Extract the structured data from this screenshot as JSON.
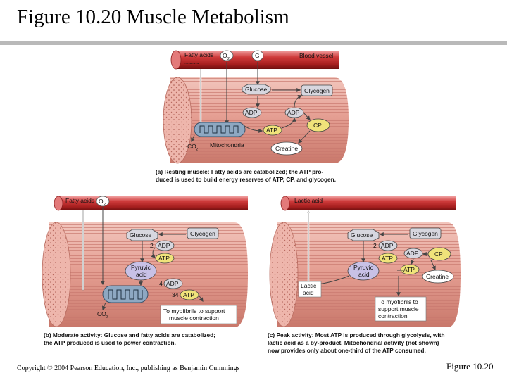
{
  "slide": {
    "title": "Figure 10.20  Muscle Metabolism",
    "copyright": "Copyright © 2004 Pearson Education, Inc., publishing as Benjamin Cummings",
    "figure_number": "Figure 10.20"
  },
  "panel_a": {
    "fatty_acids": "Fatty acids",
    "o2": "O",
    "o2_sub": "2",
    "glucose_in": "G",
    "blood_vessel": "Blood vessel",
    "glucose": "Glucose",
    "glycogen": "Glycogen",
    "adp_left": "ADP",
    "adp_right": "ADP",
    "atp": "ATP",
    "cp": "CP",
    "co2": "CO",
    "co2_sub": "2",
    "mitochondria": "Mitochondria",
    "creatine": "Creatine",
    "caption_line1": "(a)  Resting muscle: Fatty acids are catabolized; the ATP pro-",
    "caption_line2": "duced is used to build energy reserves of ATP, CP, and glycogen."
  },
  "panel_b": {
    "fatty_acids": "Fatty acids",
    "o2": "O",
    "o2_sub": "2",
    "glucose": "Glucose",
    "glycogen": "Glycogen",
    "n2": "2",
    "adp1": "ADP",
    "atp1": "ATP",
    "pyruvic_acid_1": "Pyruvic",
    "pyruvic_acid_2": "acid",
    "n4a": "4",
    "n34": "34",
    "adp2": "ADP",
    "atp2": "ATP",
    "co2": "CO",
    "co2_sub": "2",
    "myofibrils_1": "To myofibrils to support",
    "myofibrils_2": "muscle contraction",
    "caption_line1": "(b)  Moderate activity: Glucose and fatty acids are catabolized;",
    "caption_line2": "the ATP produced is used to power contraction."
  },
  "panel_c": {
    "lactic_acid_top": "Lactic acid",
    "glucose": "Glucose",
    "glycogen": "Glycogen",
    "n2": "2",
    "adp1": "ADP",
    "atp1": "ATP",
    "adp2": "ADP",
    "cp": "CP",
    "atp2": "ATP",
    "creatine": "Creatine",
    "pyruvic_acid_1": "Pyruvic",
    "pyruvic_acid_2": "acid",
    "lactic_acid_1": "Lactic",
    "lactic_acid_2": "acid",
    "myofibrils_1": "To myofibrils to",
    "myofibrils_2": "support muscle",
    "myofibrils_3": "contraction",
    "caption_line1": "(c)  Peak activity: Most ATP is produced through glycolysis, with",
    "caption_line2": "lactic acid as a by-product. Mitochondrial activity (not shown)",
    "caption_line3": "now provides only about one-third of the ATP consumed."
  }
}
